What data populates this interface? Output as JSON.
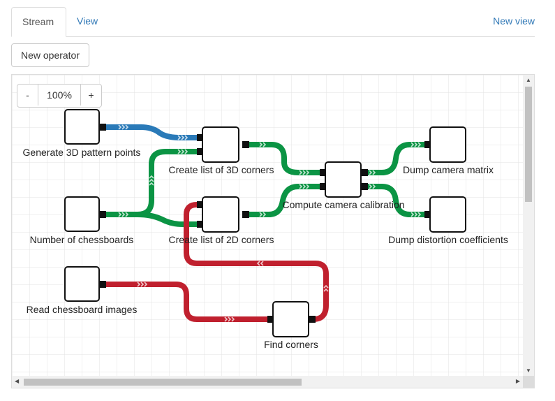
{
  "tabs": {
    "stream": "Stream",
    "view": "View",
    "new_view": "New view"
  },
  "toolbar": {
    "new_operator": "New operator"
  },
  "zoom": {
    "minus": "-",
    "value": "100%",
    "plus": "+"
  },
  "colors": {
    "blue": "#2a7ab8",
    "green": "#0b9444",
    "red": "#c0202e",
    "grid": "#e3e3e3"
  },
  "operators": [
    {
      "id": "gen3d",
      "label": "Generate 3D pattern points"
    },
    {
      "id": "numcb",
      "label": "Number of chessboards"
    },
    {
      "id": "readimg",
      "label": "Read chessboard images"
    },
    {
      "id": "list3d",
      "label": "Create list of 3D corners"
    },
    {
      "id": "list2d",
      "label": "Create list of 2D corners"
    },
    {
      "id": "calib",
      "label": "Compute camera calibration"
    },
    {
      "id": "findc",
      "label": "Find corners"
    },
    {
      "id": "dumpm",
      "label": "Dump camera matrix"
    },
    {
      "id": "dumpd",
      "label": "Dump distortion coefficients"
    }
  ]
}
